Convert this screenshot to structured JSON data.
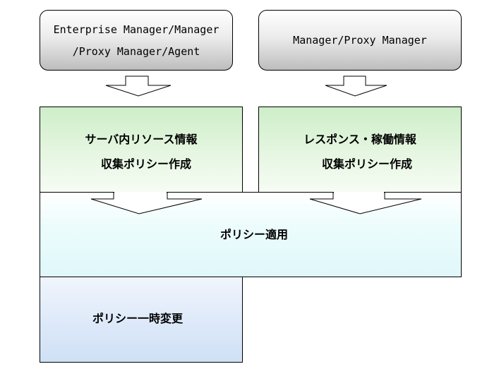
{
  "top_left": {
    "line1": "Enterprise Manager/Manager",
    "line2": "/Proxy Manager/Agent"
  },
  "top_right": {
    "label": "Manager/Proxy Manager"
  },
  "green_left": {
    "line1": "サーバ内リソース情報",
    "line2": "収集ポリシー作成"
  },
  "green_right": {
    "line1": "レスポンス・稼働情報",
    "line2": "収集ポリシー作成"
  },
  "apply": {
    "label": "ポリシー適用"
  },
  "temp_change": {
    "label": "ポリシー一時変更"
  },
  "colors": {
    "green_top": "#cdeec7",
    "cyan": "#e0f7fb",
    "blue": "#cfe0f6",
    "gray": "#bdbdbd"
  }
}
